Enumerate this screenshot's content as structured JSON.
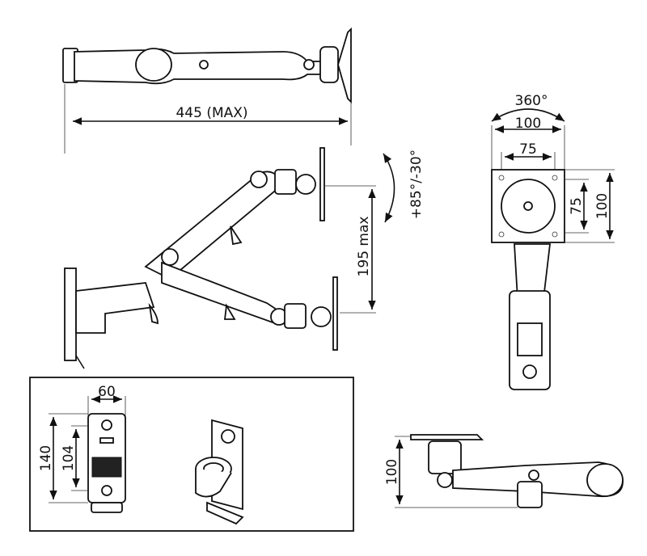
{
  "top_view": {
    "width_label": "445 (MAX)"
  },
  "side_view": {
    "height_label": "195 max",
    "tilt_label": "+85°/-30°"
  },
  "vesa_view": {
    "rotation_label": "360°",
    "outer_width_label": "100",
    "inner_width_label": "75",
    "inner_height_label": "75",
    "outer_height_label": "100"
  },
  "wall_plate_detail": {
    "width_label": "60",
    "outer_height_label": "140",
    "inner_height_label": "104"
  },
  "bottom_view": {
    "height_label": "100"
  }
}
